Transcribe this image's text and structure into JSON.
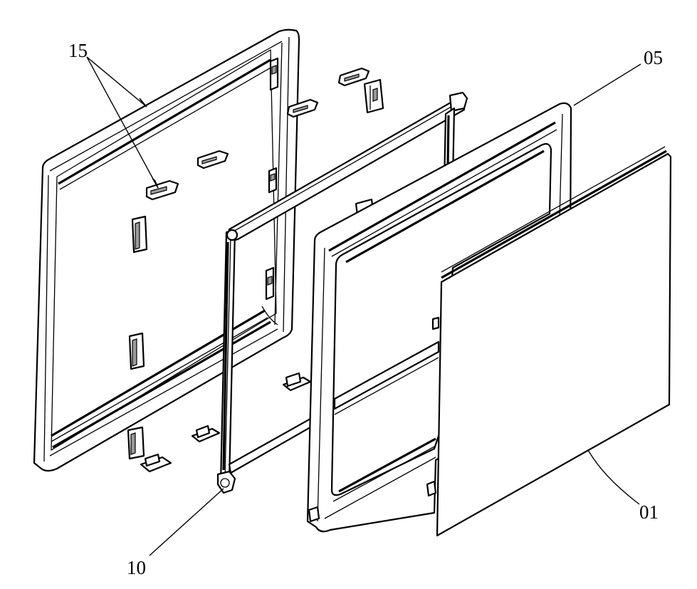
{
  "callouts": {
    "c15": "15",
    "c05": "05",
    "c10": "10",
    "c01": "01"
  },
  "colors": {
    "ink": "#000000",
    "paper": "#ffffff",
    "shade": "#9a9a9a"
  }
}
